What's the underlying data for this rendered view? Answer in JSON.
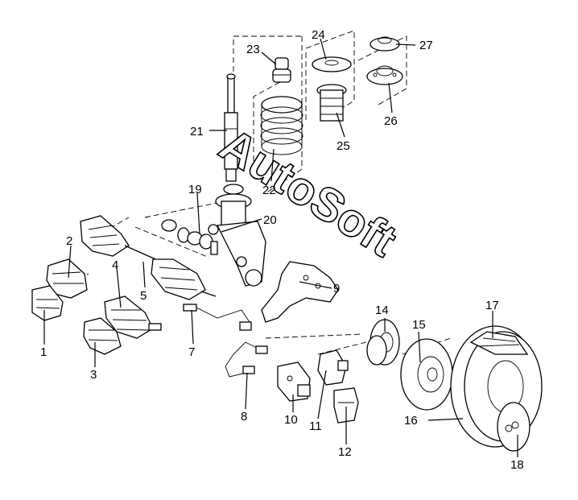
{
  "watermark": "AutoSoft",
  "callouts": [
    "1",
    "2",
    "3",
    "4",
    "5",
    "7",
    "8",
    "9",
    "10",
    "11",
    "12",
    "14",
    "15",
    "16",
    "17",
    "18",
    "19",
    "20",
    "21",
    "22",
    "23",
    "24",
    "25",
    "26",
    "27"
  ]
}
